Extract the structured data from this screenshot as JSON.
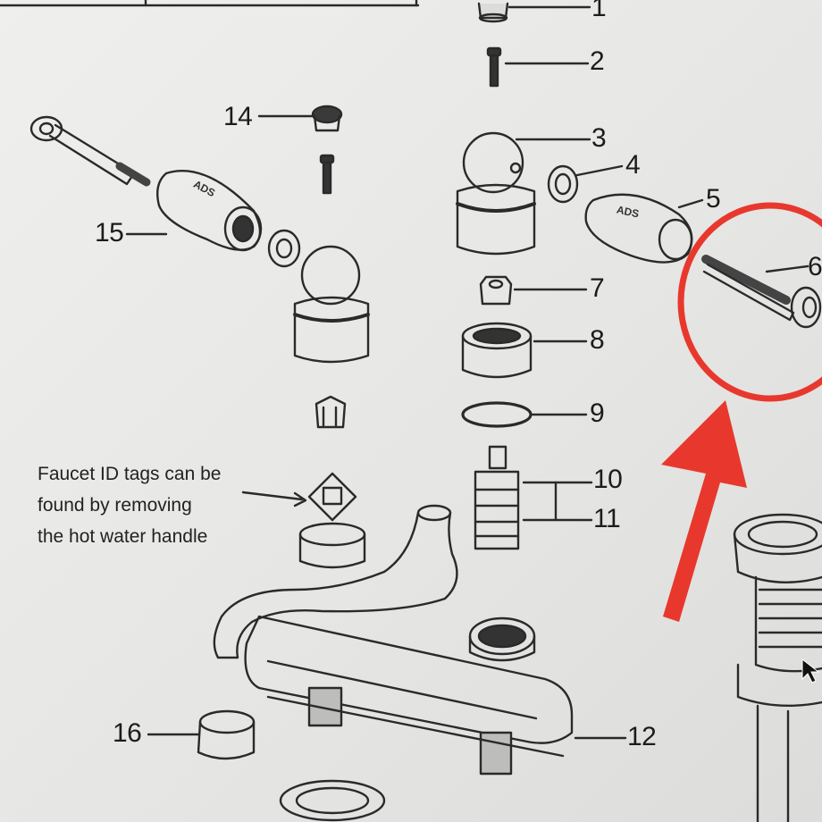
{
  "diagram": {
    "callouts": {
      "c1": "1",
      "c2": "2",
      "c3": "3",
      "c4": "4",
      "c5": "5",
      "c6": "6",
      "c7": "7",
      "c8": "8",
      "c9": "9",
      "c10": "10",
      "c11": "11",
      "c12": "12",
      "c14": "14",
      "c15": "15",
      "c16": "16"
    },
    "note_lines": [
      "Faucet ID tags can be",
      "found by removing",
      "the hot water handle"
    ],
    "handle_marking": "ADS"
  },
  "colors": {
    "annotation_red": "#e8382d",
    "line_art": "#2a2a2a",
    "paper": "#ececea"
  },
  "icons": {
    "cursor": "mouse-pointer-icon",
    "arrow": "red-arrow-icon"
  }
}
